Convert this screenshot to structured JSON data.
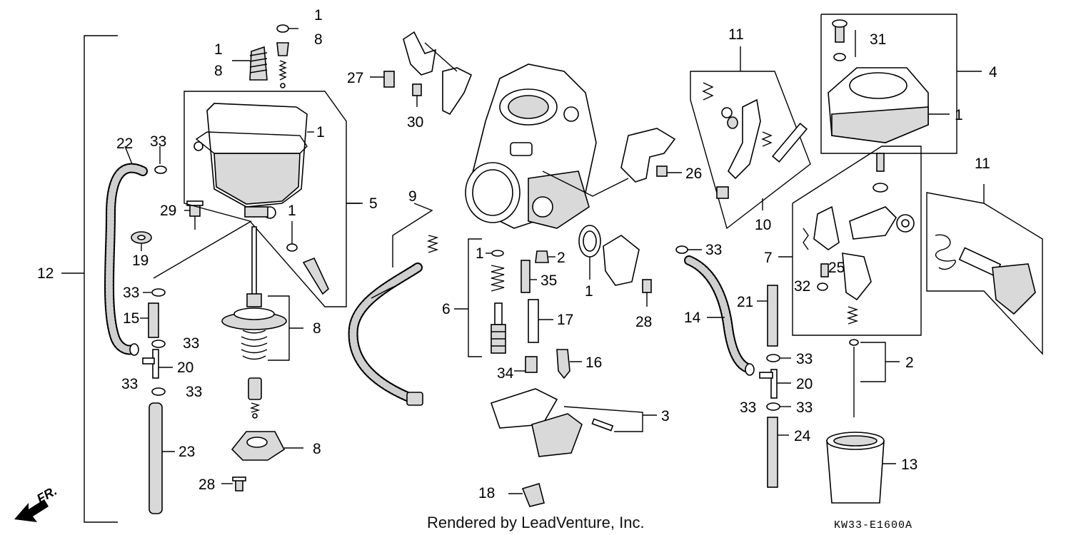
{
  "diagram": {
    "credit": "Rendered by LeadVenture, Inc.",
    "diagram_code": "KW33-E1600A",
    "direction_label": "FR.",
    "callouts": {
      "c1a": "1",
      "c8a": "8",
      "c1b": "1",
      "c8b": "8",
      "c1c": "1",
      "c5": "5",
      "c22": "22",
      "c33a": "33",
      "c29": "29",
      "c19": "19",
      "c12": "12",
      "c33b": "33",
      "c15": "15",
      "c33c": "33",
      "c20a": "20",
      "c33d": "33",
      "c33e": "33",
      "c23": "23",
      "c28a": "28",
      "c8c": "8",
      "c8d": "8",
      "c1d": "1",
      "c27": "27",
      "c30": "30",
      "c9": "9",
      "c1e": "1",
      "c2a": "2",
      "c35": "35",
      "c6": "6",
      "c17": "17",
      "c34": "34",
      "c16": "16",
      "c3": "3",
      "c18": "18",
      "c26": "26",
      "c1f": "1",
      "c28b": "28",
      "c11a": "11",
      "c10": "10",
      "c31": "31",
      "c4": "4",
      "c1g": "1",
      "c7": "7",
      "c25": "25",
      "c32": "32",
      "c11b": "11",
      "c33f": "33",
      "c14": "14",
      "c21": "21",
      "c33g": "33",
      "c20b": "20",
      "c33h": "33",
      "c33i": "33",
      "c24": "24",
      "c2b": "2",
      "c13": "13"
    }
  }
}
